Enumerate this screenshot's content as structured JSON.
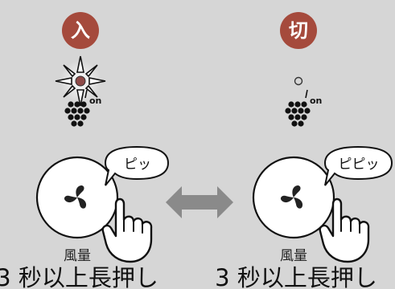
{
  "left": {
    "state_label": "入",
    "speech": "ピッ",
    "button_label": "風量",
    "caption": "3 秒以上長押し"
  },
  "right": {
    "state_label": "切",
    "speech": "ピピッ",
    "button_label": "風量",
    "caption": "3 秒以上長押し"
  },
  "ion_label": "on",
  "colors": {
    "background": "#d6d6d6",
    "badge": "#a54a3c",
    "lamp_on": "#8e4a48",
    "arrow": "#8a8a8a",
    "text": "#222222"
  }
}
